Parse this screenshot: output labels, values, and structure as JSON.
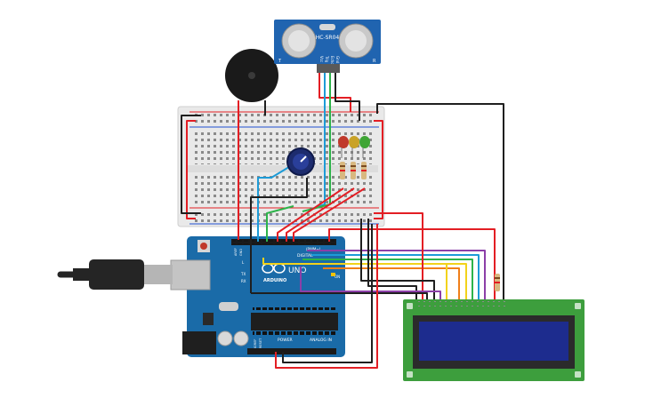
{
  "sensor": {
    "model": "HC-SR04",
    "pins": [
      "Vcc",
      "Trig",
      "Echo",
      "Gnd"
    ],
    "side_marks": [
      "T",
      "R"
    ]
  },
  "arduino": {
    "logo": "ARDUINO",
    "model": "UNO",
    "labels": {
      "digital": "DIGITAL",
      "pwm": "(PWM~)",
      "power": "POWER",
      "analog": "ANALOG IN",
      "tx": "TX",
      "rx": "RX",
      "l": "L",
      "on": "ON",
      "aref": "AREF",
      "gnd": "GND",
      "ioref": "IOREF",
      "reset": "RESET"
    }
  },
  "leds": [
    {
      "name": "red",
      "color": "#c0392b"
    },
    {
      "name": "yellow",
      "color": "#c9a227"
    },
    {
      "name": "green",
      "color": "#3fa535"
    }
  ],
  "colors": {
    "wire_red": "#e31e24",
    "wire_black": "#1f1f1f",
    "wire_green": "#2db34a",
    "wire_blue": "#1d9bd7",
    "wire_yellow": "#f2d21b",
    "wire_purple": "#8c3fa8",
    "wire_orange": "#f07f1a",
    "board_blue": "#1a6ba8",
    "lcd_green": "#3d9e3d",
    "sensor_blue": "#2064b0"
  }
}
